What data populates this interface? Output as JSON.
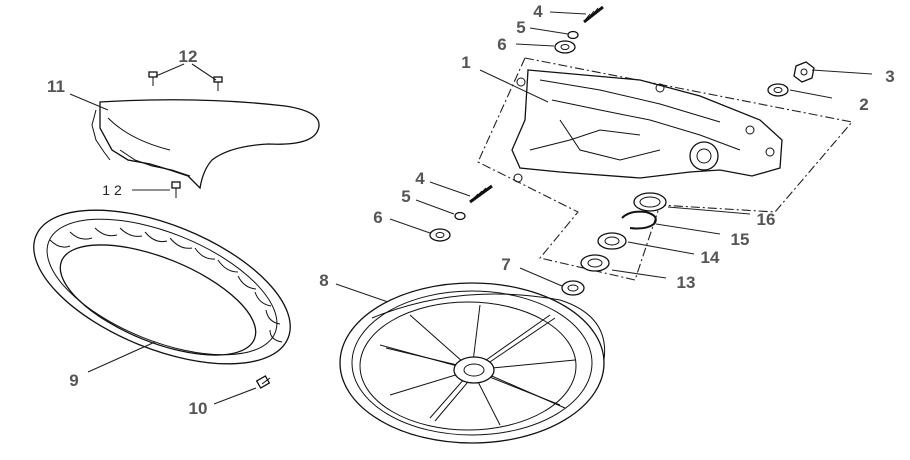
{
  "diagram": {
    "callouts": [
      {
        "id": "c1",
        "label": "1"
      },
      {
        "id": "c2",
        "label": "2"
      },
      {
        "id": "c3",
        "label": "3"
      },
      {
        "id": "c4a",
        "label": "4"
      },
      {
        "id": "c5a",
        "label": "5"
      },
      {
        "id": "c6a",
        "label": "6"
      },
      {
        "id": "c4b",
        "label": "4"
      },
      {
        "id": "c5b",
        "label": "5"
      },
      {
        "id": "c6b",
        "label": "6"
      },
      {
        "id": "c7",
        "label": "7"
      },
      {
        "id": "c8",
        "label": "8"
      },
      {
        "id": "c9",
        "label": "9"
      },
      {
        "id": "c10",
        "label": "10"
      },
      {
        "id": "c11",
        "label": "11"
      },
      {
        "id": "c12a",
        "label": "12"
      },
      {
        "id": "c12b",
        "label": "1 2"
      },
      {
        "id": "c13",
        "label": "13"
      },
      {
        "id": "c14",
        "label": "14"
      },
      {
        "id": "c15",
        "label": "15"
      },
      {
        "id": "c16",
        "label": "16"
      }
    ]
  }
}
